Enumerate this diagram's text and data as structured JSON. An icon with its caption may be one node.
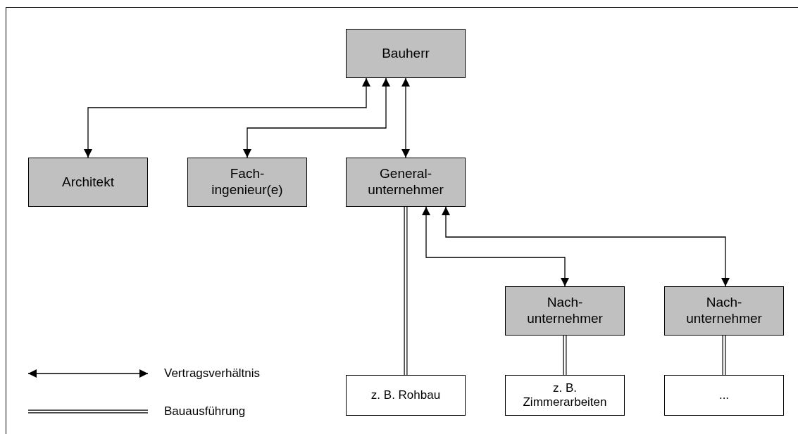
{
  "diagram": {
    "nodes": [
      {
        "text": [
          "Bauherr"
        ]
      },
      {
        "text": [
          "Architekt"
        ]
      },
      {
        "text": [
          "Fach- ingenieur(e)"
        ]
      },
      {
        "text": [
          "General- unternehmer"
        ]
      },
      {
        "text": [
          "Nach- unternehmer"
        ]
      },
      {
        "text": [
          "Nach- unternehmer"
        ]
      },
      {
        "text": [
          "z. B. Rohbau"
        ]
      },
      {
        "text": [
          "z. B. Zimmerarbeiten"
        ]
      },
      {
        "text": [
          "..."
        ]
      }
    ],
    "edges": [
      {
        "from": 0,
        "to": 1,
        "arrow": "both"
      },
      {
        "from": 0,
        "to": 2,
        "arrow": "both"
      },
      {
        "from": 0,
        "to": 3,
        "arrow": "both"
      },
      {
        "from": 3,
        "to": 4,
        "arrow": "both"
      },
      {
        "from": 3,
        "to": 5,
        "arrow": "both"
      },
      {
        "from": 3,
        "to": 6,
        "arrow": "none",
        "style": "thick"
      },
      {
        "from": 4,
        "to": 7,
        "arrow": "none",
        "style": "thick"
      },
      {
        "from": 5,
        "to": 8,
        "arrow": "none",
        "style": "thick"
      }
    ],
    "legend": [
      {
        "text": "Vertragsverhältnis"
      },
      {
        "text": "Bauausführung"
      }
    ]
  }
}
